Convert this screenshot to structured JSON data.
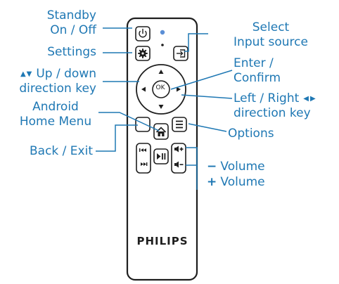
{
  "labels": {
    "standby_line1": "Standby",
    "standby_line2": "On / Off",
    "settings": "Settings",
    "updown_line1": "Up / down",
    "updown_line2": "direction key",
    "android_line1": "Android",
    "android_line2": "Home Menu",
    "back_exit": "Back / Exit",
    "select_line1": "Select",
    "select_line2": "Input source",
    "enter_line1": "Enter /",
    "enter_line2": "Confirm",
    "leftright_line1": "Left / Right",
    "leftright_line2": "direction key",
    "options": "Options",
    "volume_minus": "Volume",
    "volume_plus": "Volume"
  },
  "symbols": {
    "volume_minus_sign": "−",
    "volume_plus_sign": "+",
    "updown_arrows": "▲▼",
    "leftright_arrows": "◀▶"
  },
  "remote": {
    "brand": "PHILIPS",
    "ok_label": "OK"
  },
  "colors": {
    "label_blue": "#1f78b4",
    "outline": "#1e1e1e",
    "led_blue": "#5b8fd6"
  }
}
